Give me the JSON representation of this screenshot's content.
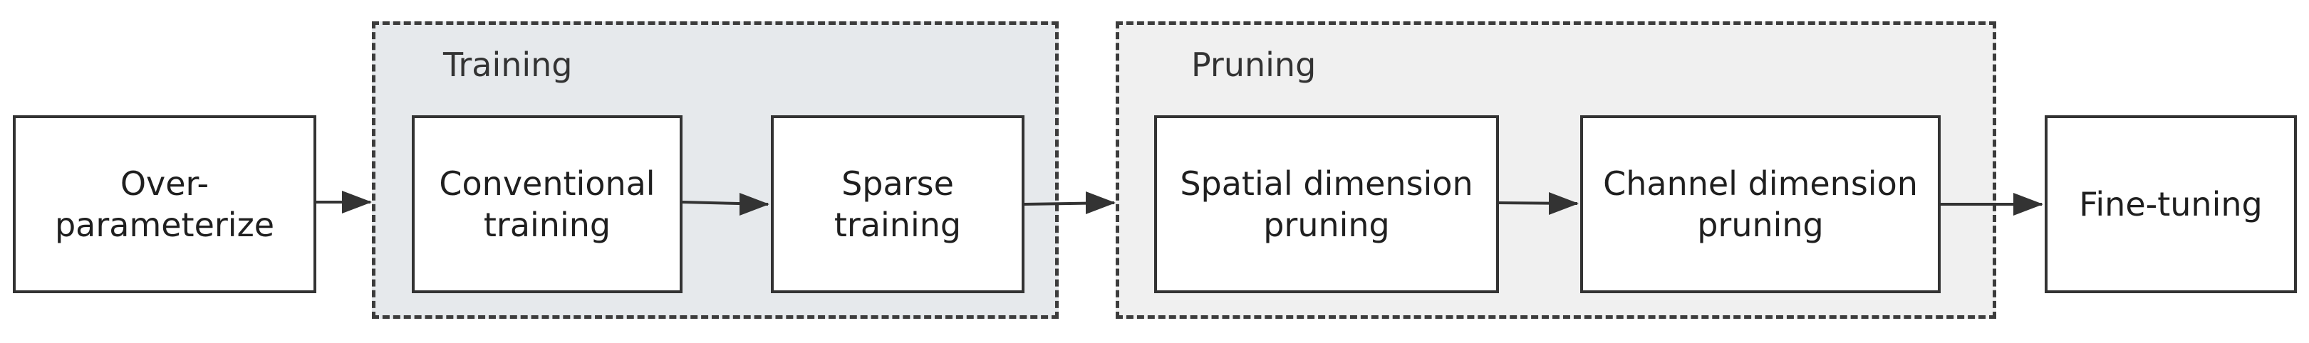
{
  "groups": {
    "training": "Training",
    "pruning": "Pruning"
  },
  "steps": {
    "over_parameterize": [
      "Over-",
      "parameterize"
    ],
    "conventional_training": [
      "Conventional",
      "training"
    ],
    "sparse_training": [
      "Sparse",
      "training"
    ],
    "spatial_dimension_pruning": [
      "Spatial dimension",
      "pruning"
    ],
    "channel_dimension_pruning": [
      "Channel dimension",
      "pruning"
    ],
    "fine_tuning": [
      "Fine-tuning"
    ]
  },
  "colors": {
    "training_group_fill": "#e6e9ec",
    "pruning_group_fill": "#f0f0f0",
    "stroke": "#333333"
  }
}
